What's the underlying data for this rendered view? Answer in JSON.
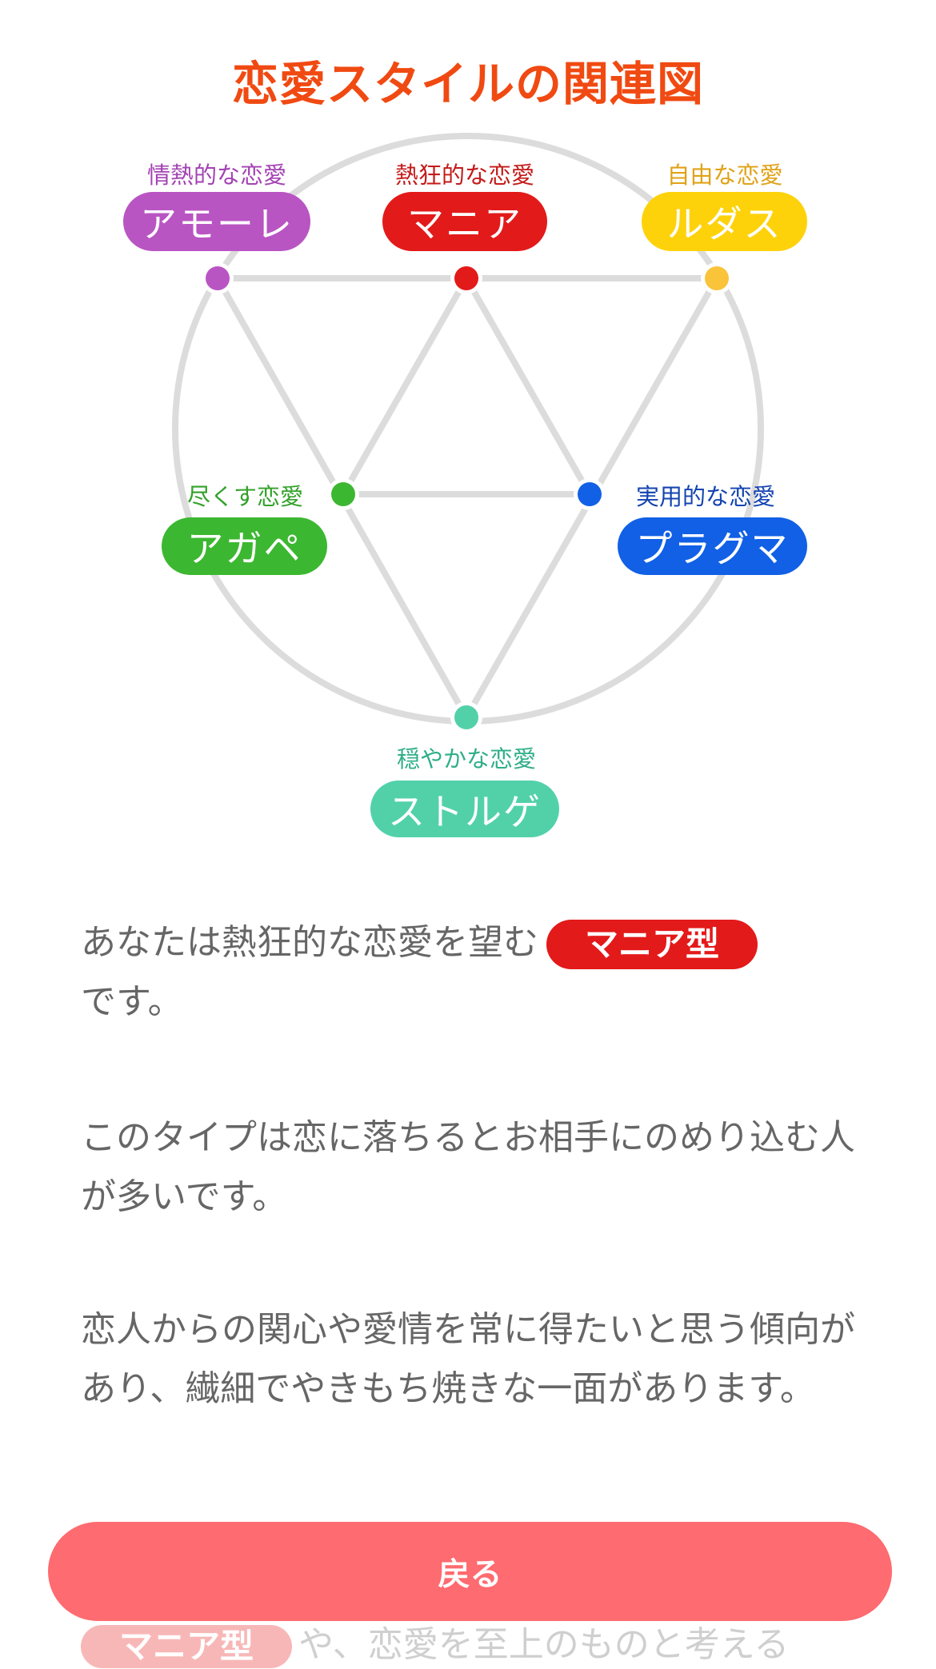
{
  "diagram": {
    "title": "恋愛スタイルの関連図",
    "nodes": [
      {
        "id": "amore",
        "name": "アモーレ",
        "subtitle": "情熱的な恋愛",
        "color": "#b955c3",
        "text_color": "#a343b3"
      },
      {
        "id": "mania",
        "name": "マニア",
        "subtitle": "熱狂的な恋愛",
        "color": "#e31a1a",
        "text_color": "#c41a1a"
      },
      {
        "id": "ludus",
        "name": "ルダス",
        "subtitle": "自由な恋愛",
        "color": "#fdd20b",
        "dot_color": "#f9c33a",
        "text_color": "#e0a218"
      },
      {
        "id": "agape",
        "name": "アガペ",
        "subtitle": "尽くす恋愛",
        "color": "#3cb731",
        "text_color": "#33a22a"
      },
      {
        "id": "pragma",
        "name": "プラグマ",
        "subtitle": "実用的な恋愛",
        "color": "#1160e6",
        "text_color": "#1444b0"
      },
      {
        "id": "storge",
        "name": "ストルゲ",
        "subtitle": "穏やかな恋愛",
        "color": "#52d1a9",
        "text_color": "#2fae88"
      }
    ],
    "connections": [
      [
        "amore",
        "ludus"
      ],
      [
        "amore",
        "storge"
      ],
      [
        "ludus",
        "storge"
      ],
      [
        "mania",
        "agape"
      ],
      [
        "mania",
        "pragma"
      ],
      [
        "agape",
        "pragma"
      ]
    ]
  },
  "result": {
    "intro_before": "あなたは熱狂的な恋愛を望む",
    "type_tag": "マニア型",
    "intro_after": "です。",
    "paragraph2": "このタイプは恋に落ちるとお相手にのめり込む人が多いです。",
    "paragraph3": "恋人からの関心や愛情を常に得たいと思う傾向があり、繊細でやきもち焼きな一面があります。",
    "faded_tag": "マニア型",
    "faded_text": "や、恋愛を至上のものと考える"
  },
  "back_button": {
    "label": "戻る",
    "color": "#fe6b70"
  }
}
